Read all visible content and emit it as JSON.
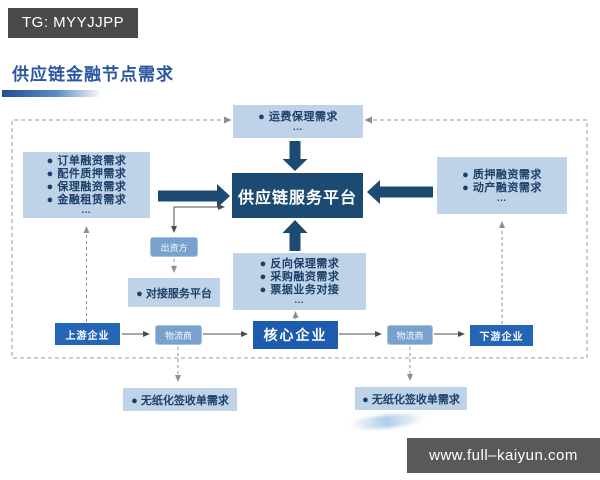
{
  "banner": {
    "tg": "TG: MYYJJPP"
  },
  "page": {
    "title": "供应链金融节点需求"
  },
  "watermark": {
    "url_text": "www.full–kaiyun.com"
  },
  "colors": {
    "navy_dark_platform_and_thick_arrows": "#1c4a72",
    "light_requirement_box": "#bed3e8",
    "steel_blue_small_box": "#78a2cd",
    "enterprise_blue": "#2465b5",
    "core_enterprise_blue": "#1d5bae",
    "requirement_text_navy": "#1e3f69",
    "title_blue": "#2b56a0",
    "tg_banner_gray": "#4a4a4a",
    "watermark_gray": "#595959",
    "dashed_line_gray": "#8f8f8f"
  },
  "diagram": {
    "platform_label": "供应链服务平台",
    "top_box": {
      "bullets": [
        "● 运费保理需求"
      ],
      "more": "…"
    },
    "left_box": {
      "bullets": [
        "● 订单融资需求",
        "● 配件质押需求",
        "● 保理融资需求",
        "● 金融租赁需求"
      ],
      "more": "…"
    },
    "right_box": {
      "bullets": [
        "● 质押融资需求",
        "● 动产融资需求"
      ],
      "more": "…"
    },
    "middle_box": {
      "bullets": [
        "● 反向保理需求",
        "● 采购融资需求",
        "● 票据业务对接"
      ],
      "more": "…"
    },
    "funder_label": "出资方",
    "docking_label": "● 对接服务平台",
    "chain": {
      "upstream": "上游企业",
      "logistics_left": "物流商",
      "core": "核心企业",
      "logistics_right": "物流商",
      "downstream": "下游企业"
    },
    "paperless_left": "● 无纸化签收单需求",
    "paperless_right": "● 无纸化签收单需求"
  }
}
